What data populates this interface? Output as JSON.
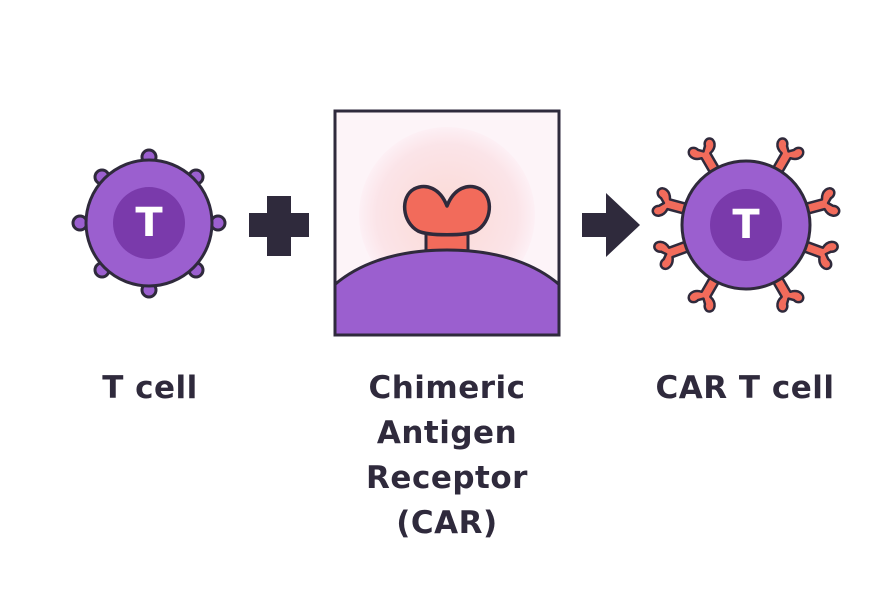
{
  "colors": {
    "cell_fill": "#9b5fcf",
    "cell_core": "#7a3aab",
    "outline": "#2f2a3c",
    "receptor": "#f26b5b",
    "panel_bg": "#fdf4f8",
    "halo": "#fbd9d4",
    "operator": "#2f2a3c",
    "letter": "#ffffff"
  },
  "icons": {
    "t_cell": "t-cell-icon",
    "plus": "plus-icon",
    "car": "receptor-icon",
    "arrow": "arrow-right-icon",
    "car_t_cell": "car-t-cell-icon"
  },
  "t_cell": {
    "letter": "T",
    "label": "T cell"
  },
  "car": {
    "label_lines": [
      "Chimeric",
      "Antigen",
      "Receptor",
      "(CAR)"
    ]
  },
  "car_t_cell": {
    "letter": "T",
    "label": "CAR T cell"
  }
}
